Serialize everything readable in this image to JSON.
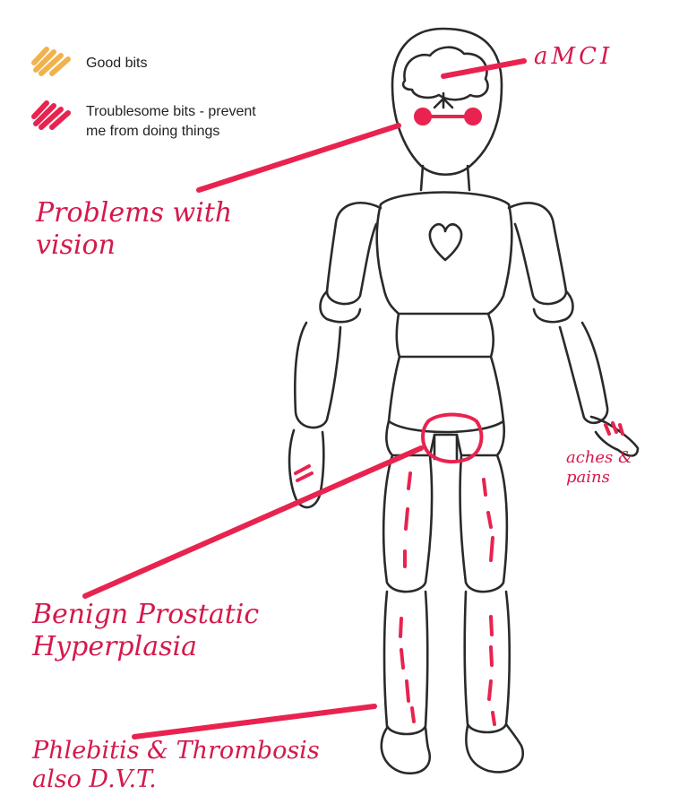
{
  "legend": {
    "good_label": "Good bits",
    "trouble_label": "Troublesome bits - prevent\nme from doing things",
    "good_color": "#f2b24b",
    "trouble_color": "#e8234f"
  },
  "annotations": {
    "amci": "aMCI",
    "vision": "Problems with\nvision",
    "aches": "aches &\npains",
    "bph": "Benign Prostatic\nHyperplasia",
    "phlebitis": "Phlebitis & Thrombosis\nalso D.V.T."
  },
  "colors": {
    "ink": "#2a2a2a",
    "marker": "#e8234f",
    "pen": "#d4194b"
  }
}
